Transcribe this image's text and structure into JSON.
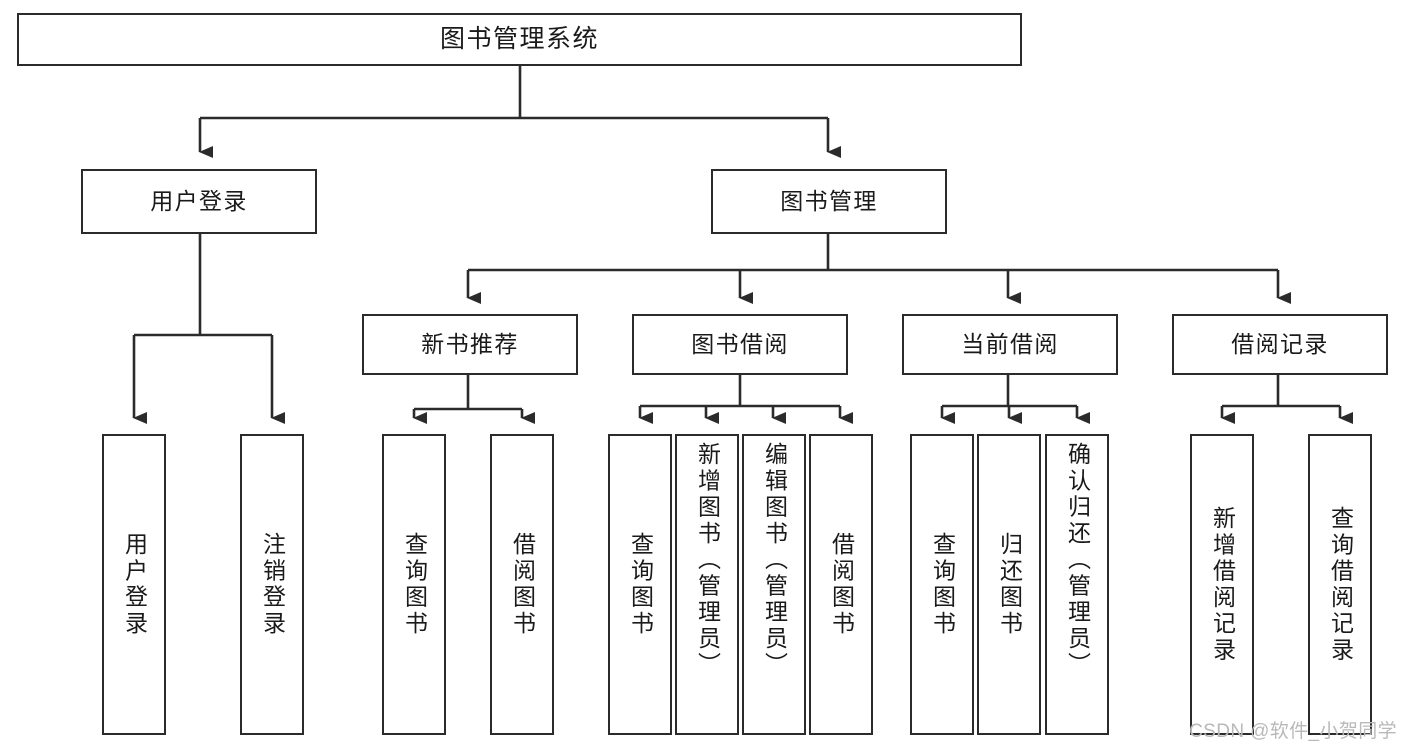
{
  "diagram": {
    "type": "tree",
    "title": "图书管理系统",
    "orientation": "top-down",
    "colors": {
      "box_border": "#2b2b2b",
      "box_fill": "#ffffff",
      "connector": "#2b2b2b",
      "text": "#1a1a1a",
      "watermark": "#b9b9b9",
      "background": "#ffffff"
    }
  },
  "root": {
    "label": "图书管理系统"
  },
  "level2": [
    {
      "label": "用户登录"
    },
    {
      "label": "图书管理"
    }
  ],
  "level3": [
    {
      "label": "新书推荐"
    },
    {
      "label": "图书借阅"
    },
    {
      "label": "当前借阅"
    },
    {
      "label": "借阅记录"
    }
  ],
  "leaves": {
    "user_login": [
      {
        "label": "用户登录"
      },
      {
        "label": "注销登录"
      }
    ],
    "new_book_recommend": [
      {
        "label": "查询图书"
      },
      {
        "label": "借阅图书"
      }
    ],
    "book_borrow": [
      {
        "label": "查询图书"
      },
      {
        "label": "新增图书（管理员）"
      },
      {
        "label": "编辑图书（管理员）"
      },
      {
        "label": "借阅图书"
      }
    ],
    "current_borrow": [
      {
        "label": "查询图书"
      },
      {
        "label": "归还图书"
      },
      {
        "label": "确认归还（管理员）"
      }
    ],
    "borrow_record": [
      {
        "label": "新增借阅记录"
      },
      {
        "label": "查询借阅记录"
      }
    ]
  },
  "watermark": {
    "text": "CSDN @软件_小贺同学"
  }
}
